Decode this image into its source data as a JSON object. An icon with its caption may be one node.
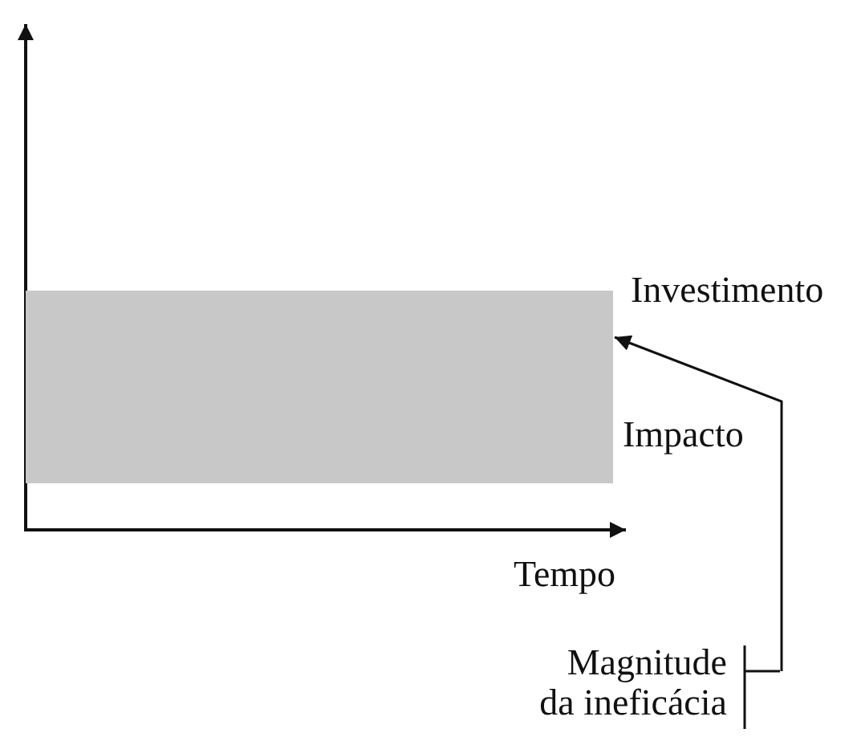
{
  "diagram": {
    "nodes": [
      {
        "text": [
          "Magnitude da ineficácia"
        ]
      },
      {
        "text": [],
        "shape": "box"
      }
    ],
    "edges": [
      {
        "from": 0,
        "to": 1,
        "arrow": "to"
      }
    ],
    "labels": [
      "Investimento",
      "Impacto",
      "Tempo"
    ]
  }
}
